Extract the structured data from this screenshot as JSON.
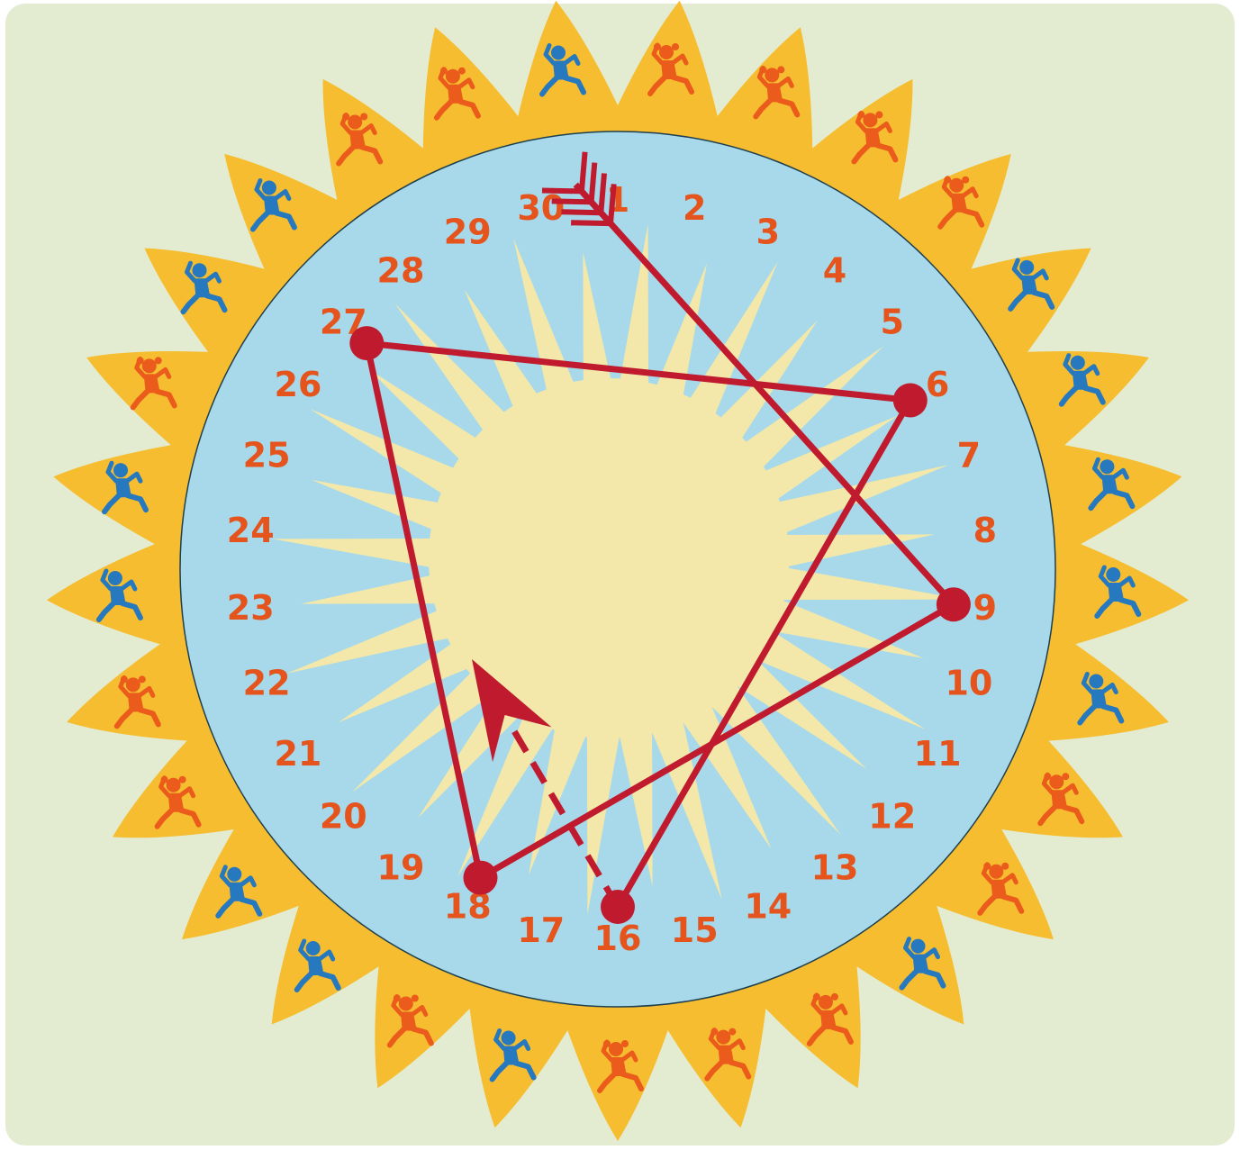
{
  "colors": {
    "panel": "#e3ecd1",
    "sun_rays": "#f5bd2f",
    "dial_face": "#a7d9ea",
    "inner_sun": "#f3e8a9",
    "numbers": "#e4541c",
    "path": "#c01a2e",
    "figure_blue": "#2678bf",
    "figure_orange": "#ea5b1c"
  },
  "dial": {
    "labels": [
      "1",
      "2",
      "3",
      "4",
      "5",
      "6",
      "7",
      "8",
      "9",
      "10",
      "11",
      "12",
      "13",
      "14",
      "15",
      "16",
      "17",
      "18",
      "19",
      "20",
      "21",
      "22",
      "23",
      "24",
      "25",
      "26",
      "27",
      "28",
      "29",
      "30"
    ]
  },
  "path": {
    "sequence": [
      1,
      9,
      18,
      27,
      6,
      16
    ],
    "dots": [
      9,
      18,
      27,
      6,
      16
    ],
    "arrowhead_label": "arrowhead",
    "tail_label": "fletching"
  },
  "border_figures": [
    {
      "kind": "girl",
      "color": "orange"
    },
    {
      "kind": "girl",
      "color": "orange"
    },
    {
      "kind": "girl",
      "color": "orange"
    },
    {
      "kind": "girl",
      "color": "orange"
    },
    {
      "kind": "boy",
      "color": "blue"
    },
    {
      "kind": "boy",
      "color": "blue"
    },
    {
      "kind": "boy",
      "color": "blue"
    },
    {
      "kind": "boy",
      "color": "blue"
    },
    {
      "kind": "boy",
      "color": "blue"
    },
    {
      "kind": "girl",
      "color": "orange"
    },
    {
      "kind": "girl",
      "color": "orange"
    },
    {
      "kind": "boy",
      "color": "blue"
    },
    {
      "kind": "girl",
      "color": "orange"
    },
    {
      "kind": "girl",
      "color": "orange"
    },
    {
      "kind": "girl",
      "color": "orange"
    },
    {
      "kind": "boy",
      "color": "blue"
    },
    {
      "kind": "girl",
      "color": "orange"
    },
    {
      "kind": "boy",
      "color": "blue"
    },
    {
      "kind": "boy",
      "color": "blue"
    },
    {
      "kind": "girl",
      "color": "orange"
    },
    {
      "kind": "girl",
      "color": "orange"
    },
    {
      "kind": "boy",
      "color": "blue"
    },
    {
      "kind": "boy",
      "color": "blue"
    },
    {
      "kind": "girl",
      "color": "orange"
    },
    {
      "kind": "boy",
      "color": "blue"
    },
    {
      "kind": "boy",
      "color": "blue"
    },
    {
      "kind": "girl",
      "color": "orange"
    },
    {
      "kind": "girl",
      "color": "orange"
    },
    {
      "kind": "boy",
      "color": "blue"
    }
  ]
}
